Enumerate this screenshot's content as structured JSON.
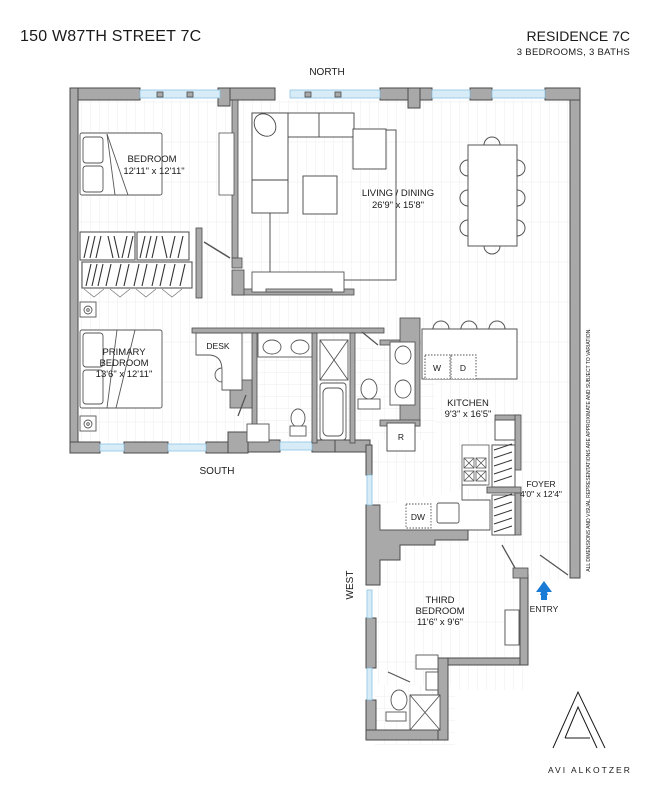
{
  "header": {
    "address": "150 W87TH STREET 7C",
    "residence": "RESIDENCE 7C",
    "summary": "3 BEDROOMS, 3 BATHS"
  },
  "compass": {
    "north": "NORTH",
    "south": "SOUTH",
    "west": "WEST"
  },
  "rooms": {
    "bedroom": {
      "name": "BEDROOM",
      "dims": "12'11\" x 12'11\""
    },
    "living": {
      "name": "LIVING / DINING",
      "dims": "26'9\" x 15'8\""
    },
    "primary": {
      "name_line1": "PRIMARY",
      "name_line2": "BEDROOM",
      "dims": "13'6\" x 12'11\""
    },
    "kitchen": {
      "name": "KITCHEN",
      "dims": "9'3\" x 16'5\""
    },
    "foyer": {
      "name": "FOYER",
      "dims": "4'0\" x 12'4\""
    },
    "third": {
      "name_line1": "THIRD",
      "name_line2": "BEDROOM",
      "dims": "11'6\" x 9'6\""
    }
  },
  "fixtures": {
    "desk": "DESK",
    "washer": "W",
    "dryer": "D",
    "refrigerator": "R",
    "dishwasher": "DW"
  },
  "entry": {
    "label": "ENTRY",
    "arrow_color": "#1a7bd6"
  },
  "disclaimer": "ALL DIMENSIONS AND VISUAL REPRESENTATIONS ARE APPROXIMATE AND SUBJECT TO VARIATION.",
  "brand": {
    "name": "AVI ALKOTZER"
  },
  "colors": {
    "wall": "#a9a9a9",
    "wall_outline": "#555555",
    "window": "#bfe0f2",
    "floor_line": "#e6e6e6"
  }
}
